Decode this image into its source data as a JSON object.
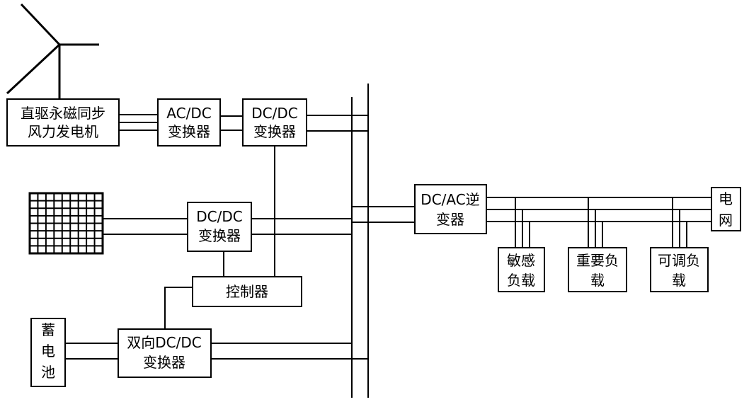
{
  "generator": {
    "line1": "直驱永磁同步",
    "line2": "风力发电机"
  },
  "acdc": {
    "line1": "AC/DC",
    "line2": "变换器"
  },
  "dcdc_wind": {
    "line1": "DC/DC",
    "line2": "变换器"
  },
  "dcdc_pv": {
    "line1": "DC/DC",
    "line2": "变换器"
  },
  "controller": {
    "label": "控制器"
  },
  "battery": {
    "line1": "蓄",
    "line2": "电",
    "line3": "池"
  },
  "bidir": {
    "line1": "双向DC/DC",
    "line2": "变换器"
  },
  "inverter": {
    "line1": "DC/AC逆",
    "line2": "变器"
  },
  "grid": {
    "line1": "电",
    "line2": "网"
  },
  "load_sensitive": {
    "line1": "敏感",
    "line2": "负载"
  },
  "load_important": {
    "line1": "重要负",
    "line2": "载"
  },
  "load_adjustable": {
    "line1": "可调负",
    "line2": "载"
  }
}
